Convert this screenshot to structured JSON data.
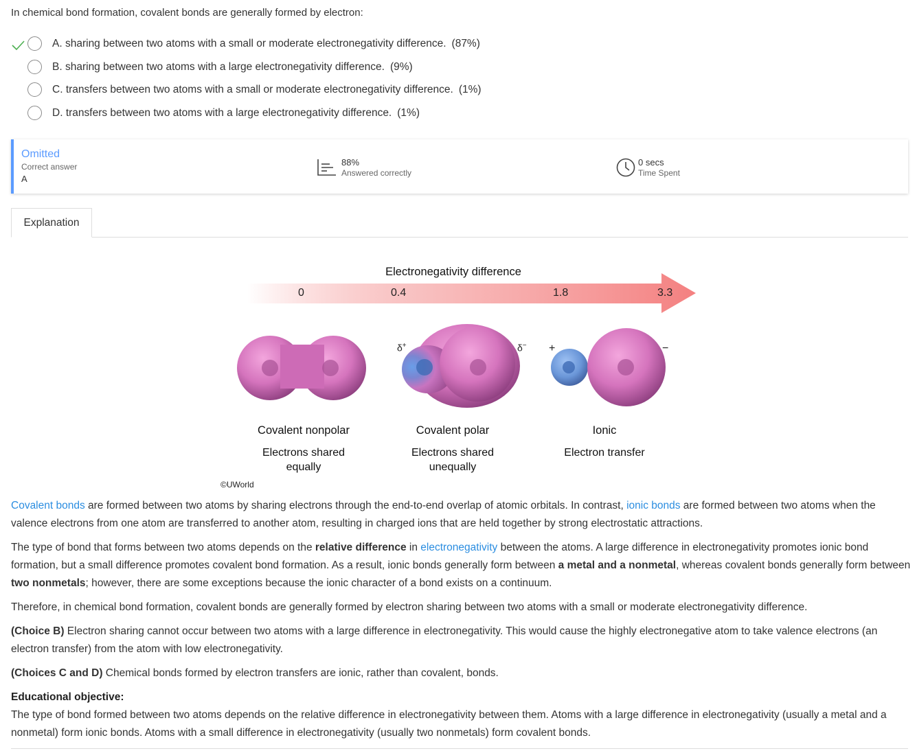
{
  "question": {
    "stem": "In chemical bond formation, covalent bonds are generally formed by electron:",
    "choices": [
      {
        "letter": "A.",
        "text": "sharing between two atoms with a small or moderate electronegativity difference.",
        "pct": "(87%)",
        "correct": true
      },
      {
        "letter": "B.",
        "text": "sharing between two atoms with a large electronegativity difference.",
        "pct": "(9%)"
      },
      {
        "letter": "C.",
        "text": "transfers between two atoms with a small or moderate electronegativity difference.",
        "pct": "(1%)"
      },
      {
        "letter": "D.",
        "text": "transfers between two atoms with a large electronegativity difference.",
        "pct": "(1%)"
      }
    ]
  },
  "stats": {
    "status": "Omitted",
    "correct_answer_label": "Correct answer",
    "correct_answer": "A",
    "percent": "88%",
    "percent_label": "Answered correctly",
    "time": "0 secs",
    "time_label": "Time Spent"
  },
  "tab": {
    "label": "Explanation"
  },
  "figure": {
    "title": "Electronegativity difference",
    "ticks": [
      "0",
      "0.4",
      "1.8",
      "3.3"
    ],
    "bonds": [
      {
        "name": "Covalent nonpolar",
        "desc1": "Electrons shared",
        "desc2": "equally"
      },
      {
        "name": "Covalent polar",
        "desc1": "Electrons shared",
        "desc2": "unequally"
      },
      {
        "name": "Ionic",
        "desc1": "Electron transfer",
        "desc2": ""
      }
    ],
    "charges": {
      "delta_plus": "δ",
      "delta_minus": "δ",
      "plus": "+",
      "minus": "−"
    },
    "copyright": "©UWorld",
    "colors": {
      "arrow": "#f48b8b",
      "pink_atom": "#d86bb8",
      "blue_atom": "#5a8fd6"
    }
  },
  "explanation": {
    "p1_link1": "Covalent bonds",
    "p1_a": " are formed between two atoms by sharing electrons through the end-to-end overlap of atomic orbitals.  In contrast, ",
    "p1_link2": "ionic bonds",
    "p1_b": " are formed between two atoms when the valence electrons from one atom are transferred to another atom, resulting in charged ions that are held together by strong electrostatic attractions.",
    "p2_a": "The type of bond that forms between two atoms depends on the ",
    "p2_b1": "relative difference",
    "p2_b": " in ",
    "p2_link": "electronegativity",
    "p2_c": " between the atoms.  A large difference in electronegativity promotes ionic bond formation, but a small difference promotes covalent bond formation.  As a result, ionic bonds generally form between ",
    "p2_b2": "a metal and a nonmetal",
    "p2_d": ", whereas covalent bonds generally form between ",
    "p2_b3": "two nonmetals",
    "p2_e": "; however, there are some exceptions because the ionic character of a bond exists on a continuum.",
    "p3": "Therefore, in chemical bond formation, covalent bonds are generally formed by electron sharing between two atoms with a small or moderate electronegativity difference.",
    "p4_b": "(Choice B)",
    "p4": "  Electron sharing cannot occur between two atoms with a large difference in electronegativity.  This would cause the highly electronegative atom to take valence electrons (an electron transfer) from the atom with low electronegativity.",
    "p5_b": "(Choices C and D)",
    "p5": "  Chemical bonds formed by electron transfers are ionic, rather than covalent, bonds.",
    "eo_title": "Educational objective:",
    "eo_text": "The type of bond formed between two atoms depends on the relative difference in electronegativity between them.  Atoms with a large difference in electronegativity (usually a metal and a nonmetal) form ionic bonds.  Atoms with a small difference in electronegativity (usually two nonmetals) form covalent bonds."
  }
}
